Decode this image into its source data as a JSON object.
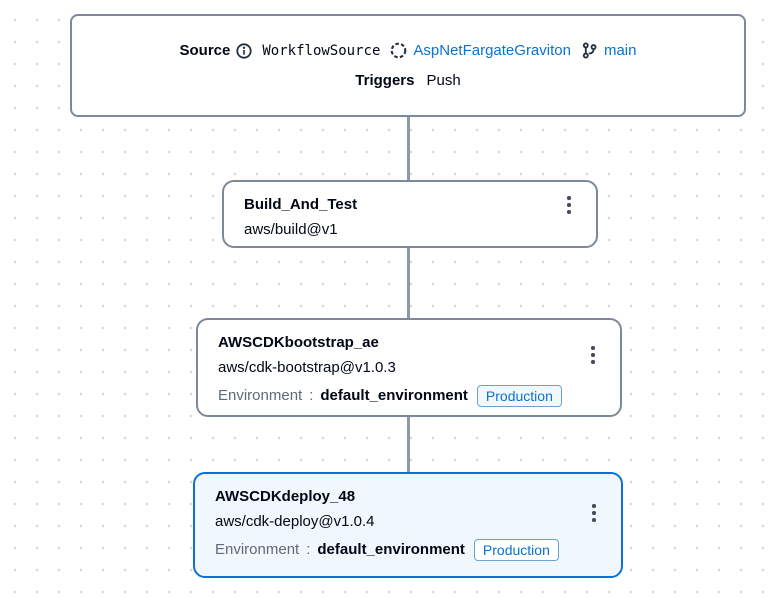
{
  "colors": {
    "accent_blue": "#0972d3",
    "node_border_gray": "#7d8998",
    "selected_node_border": "#0972d3",
    "selected_node_background": "#f0f7fd",
    "connector_gray": "#8c9aa8",
    "text_dark": "#000716",
    "muted_text": "#5f6b7a",
    "dot_grid": "#d7dadb",
    "badge_border": "#6aa2d8"
  },
  "icons": {
    "info": "info-icon",
    "repository": "repository-icon",
    "branch": "git-branch-icon",
    "menu": "kebab-menu-icon"
  },
  "source": {
    "label": "Source",
    "source_name": "WorkflowSource",
    "repository": "AspNetFargateGraviton",
    "branch": "main",
    "triggers_label": "Triggers",
    "trigger": "Push"
  },
  "actions": [
    {
      "title": "Build_And_Test",
      "identifier": "aws/build@v1"
    },
    {
      "title": "AWSCDKbootstrap_ae",
      "identifier": "aws/cdk-bootstrap@v1.0.3",
      "environment_label": "Environment",
      "environment_separator": ":",
      "environment_name": "default_environment",
      "environment_badge": "Production",
      "selected": false
    },
    {
      "title": "AWSCDKdeploy_48",
      "identifier": "aws/cdk-deploy@v1.0.4",
      "environment_label": "Environment",
      "environment_separator": ":",
      "environment_name": "default_environment",
      "environment_badge": "Production",
      "selected": true
    }
  ]
}
